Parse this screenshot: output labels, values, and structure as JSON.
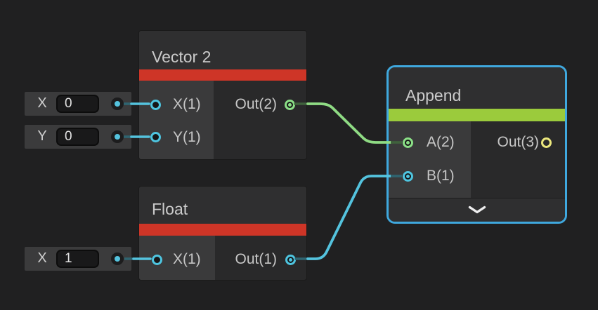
{
  "app": "shader-graph-node-editor",
  "colors": {
    "canvas_bg": "#202021",
    "node_body": "#29292a",
    "node_header": "#2f2f30",
    "node_left_panel": "#3a3a3b",
    "vector_type_bar": "#ce3527",
    "append_type_bar": "#9bcb3c",
    "selection_border": "#3fa8de",
    "wire_green": "#8fdb84",
    "wire_cyan": "#54c3de",
    "port_cyan": "#4ec5e0",
    "port_green": "#8be087",
    "port_yellow": "#ebe77d",
    "text": "#c6c6c6"
  },
  "nodes": {
    "vector2": {
      "title": "Vector 2",
      "type_color": "#ce3527",
      "inputs": [
        "X(1)",
        "Y(1)"
      ],
      "outputs": [
        "Out(2)"
      ]
    },
    "float1": {
      "title": "Float",
      "type_color": "#ce3527",
      "inputs": [
        "X(1)"
      ],
      "outputs": [
        "Out(1)"
      ]
    },
    "append": {
      "title": "Append",
      "type_color": "#9bcb3c",
      "selected": true,
      "inputs": [
        "A(2)",
        "B(1)"
      ],
      "outputs": [
        "Out(3)"
      ],
      "collapse_chevron": "chevron-down"
    }
  },
  "widgets": [
    {
      "label": "X",
      "value": "0",
      "attached_to": "Vector 2 / X(1)"
    },
    {
      "label": "Y",
      "value": "0",
      "attached_to": "Vector 2 / Y(1)"
    },
    {
      "label": "X",
      "value": "1",
      "attached_to": "Float / X(1)"
    }
  ],
  "edges": [
    {
      "from": "Vector 2 / Out(2)",
      "to": "Append / A(2)",
      "color": "#8fdb84"
    },
    {
      "from": "Float / Out(1)",
      "to": "Append / B(1)",
      "color": "#54c3de"
    },
    {
      "from": "widget X(0)",
      "to": "Vector 2 / X(1)",
      "color": "#54c3de"
    },
    {
      "from": "widget Y(0)",
      "to": "Vector 2 / Y(1)",
      "color": "#54c3de"
    },
    {
      "from": "widget X(1)",
      "to": "Float / X(1)",
      "color": "#54c3de"
    }
  ]
}
